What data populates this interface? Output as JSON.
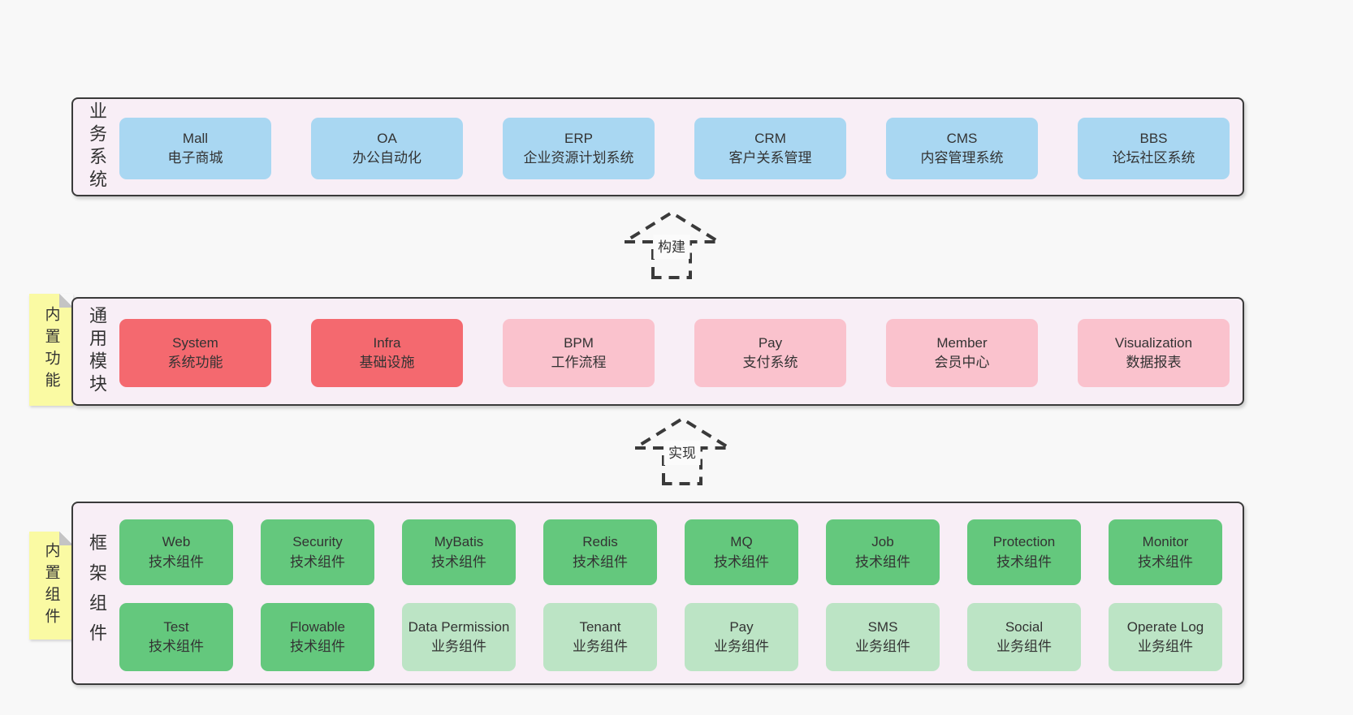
{
  "colors": {
    "page_bg": "#f8f8f8",
    "panel_bg": "#f8eef6",
    "panel_border": "#3a3a3a",
    "blue": "#a9d7f2",
    "red": "#f4696f",
    "pink": "#fac2cd",
    "green": "#64c87d",
    "light_green": "#bce4c5",
    "note_yellow": "#fafaa3",
    "text": "#333333"
  },
  "arrows": [
    {
      "label": "构建"
    },
    {
      "label": "实现"
    }
  ],
  "layers": {
    "business": {
      "side_label": "业务系统",
      "boxes": [
        {
          "title": "Mall",
          "subtitle": "电子商城"
        },
        {
          "title": "OA",
          "subtitle": "办公自动化"
        },
        {
          "title": "ERP",
          "subtitle": "企业资源计划系统"
        },
        {
          "title": "CRM",
          "subtitle": "客户关系管理"
        },
        {
          "title": "CMS",
          "subtitle": "内容管理系统"
        },
        {
          "title": "BBS",
          "subtitle": "论坛社区系统"
        }
      ]
    },
    "modules": {
      "side_label": "通用模块",
      "note": "内置功能",
      "boxes": [
        {
          "title": "System",
          "subtitle": "系统功能",
          "variant": "red"
        },
        {
          "title": "Infra",
          "subtitle": "基础设施",
          "variant": "red"
        },
        {
          "title": "BPM",
          "subtitle": "工作流程",
          "variant": "pink"
        },
        {
          "title": "Pay",
          "subtitle": "支付系统",
          "variant": "pink"
        },
        {
          "title": "Member",
          "subtitle": "会员中心",
          "variant": "pink"
        },
        {
          "title": "Visualization",
          "subtitle": "数据报表",
          "variant": "pink"
        }
      ]
    },
    "components": {
      "side_label": "框架组件",
      "note": "内置组件",
      "row1": [
        {
          "title": "Web",
          "subtitle": "技术组件",
          "variant": "green"
        },
        {
          "title": "Security",
          "subtitle": "技术组件",
          "variant": "green"
        },
        {
          "title": "MyBatis",
          "subtitle": "技术组件",
          "variant": "green"
        },
        {
          "title": "Redis",
          "subtitle": "技术组件",
          "variant": "green"
        },
        {
          "title": "MQ",
          "subtitle": "技术组件",
          "variant": "green"
        },
        {
          "title": "Job",
          "subtitle": "技术组件",
          "variant": "green"
        },
        {
          "title": "Protection",
          "subtitle": "技术组件",
          "variant": "green"
        },
        {
          "title": "Monitor",
          "subtitle": "技术组件",
          "variant": "green"
        }
      ],
      "row2": [
        {
          "title": "Test",
          "subtitle": "技术组件",
          "variant": "green"
        },
        {
          "title": "Flowable",
          "subtitle": "技术组件",
          "variant": "green"
        },
        {
          "title": "Data Permission",
          "subtitle": "业务组件",
          "variant": "lightgreen"
        },
        {
          "title": "Tenant",
          "subtitle": "业务组件",
          "variant": "lightgreen"
        },
        {
          "title": "Pay",
          "subtitle": "业务组件",
          "variant": "lightgreen"
        },
        {
          "title": "SMS",
          "subtitle": "业务组件",
          "variant": "lightgreen"
        },
        {
          "title": "Social",
          "subtitle": "业务组件",
          "variant": "lightgreen"
        },
        {
          "title": "Operate Log",
          "subtitle": "业务组件",
          "variant": "lightgreen"
        }
      ]
    }
  }
}
